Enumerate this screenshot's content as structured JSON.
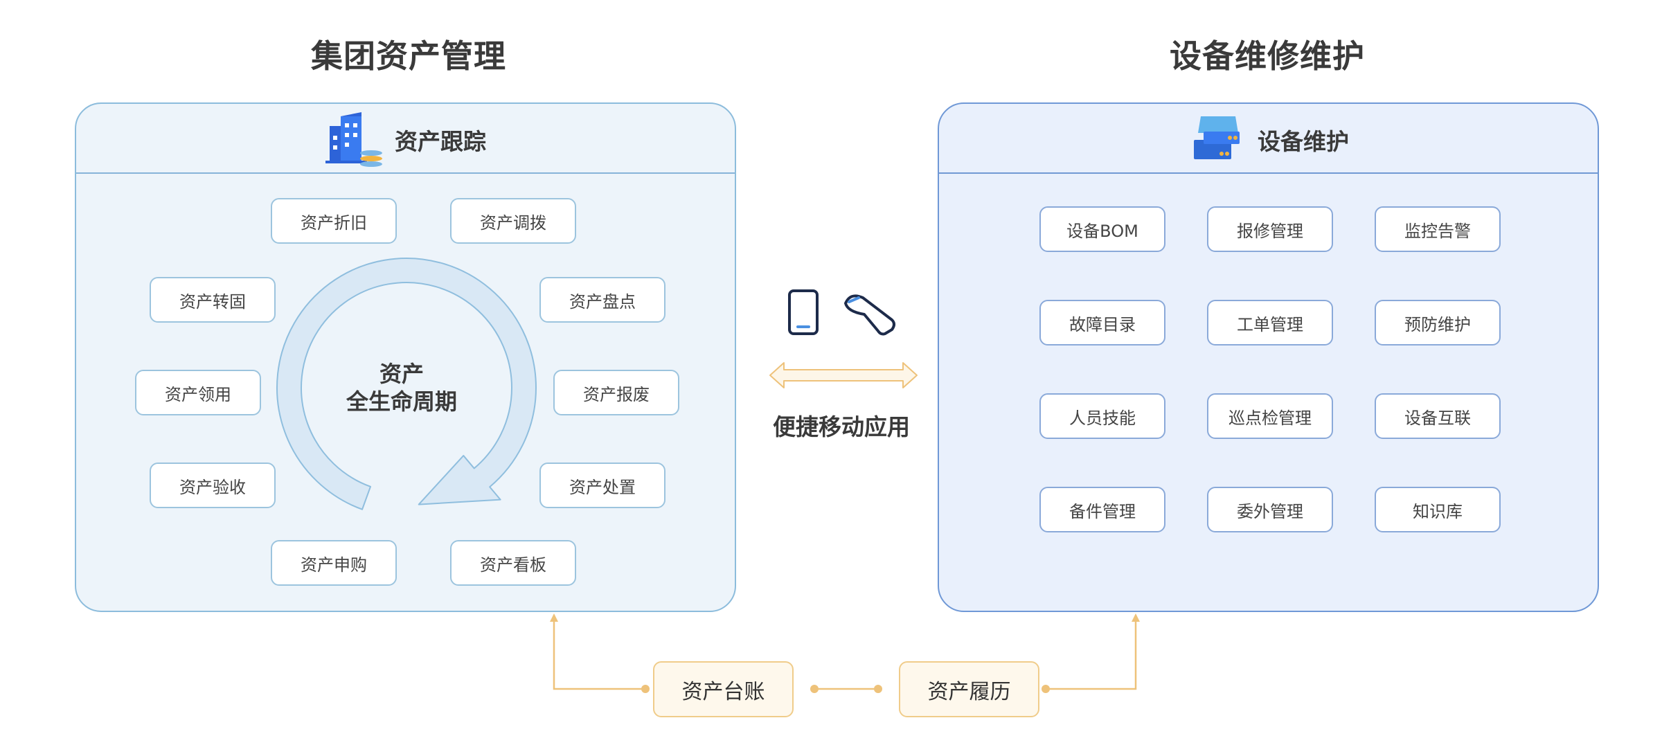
{
  "left_section": {
    "title": "集团资产管理",
    "header_label": "资产跟踪",
    "cycle_line1": "资产",
    "cycle_line2": "全生命周期",
    "items": [
      "资产折旧",
      "资产调拨",
      "资产转固",
      "资产盘点",
      "资产领用",
      "资产报废",
      "资产验收",
      "资产处置",
      "资产申购",
      "资产看板"
    ]
  },
  "right_section": {
    "title": "设备维修维护",
    "header_label": "设备维护",
    "items": [
      "设备BOM",
      "报修管理",
      "监控告警",
      "故障目录",
      "工单管理",
      "预防维护",
      "人员技能",
      "巡点检管理",
      "设备互联",
      "备件管理",
      "委外管理",
      "知识库"
    ]
  },
  "middle": {
    "label": "便捷移动应用",
    "icons": [
      "mobile-phone-icon",
      "barcode-scanner-icon"
    ]
  },
  "bottom": {
    "ledger_label": "资产台账",
    "history_label": "资产履历"
  },
  "colors": {
    "left_panel_bg": "#edf4fa",
    "right_panel_bg": "#e9f0fc",
    "connector": "#eec27a",
    "accent_blue": "#2e6ad6"
  }
}
